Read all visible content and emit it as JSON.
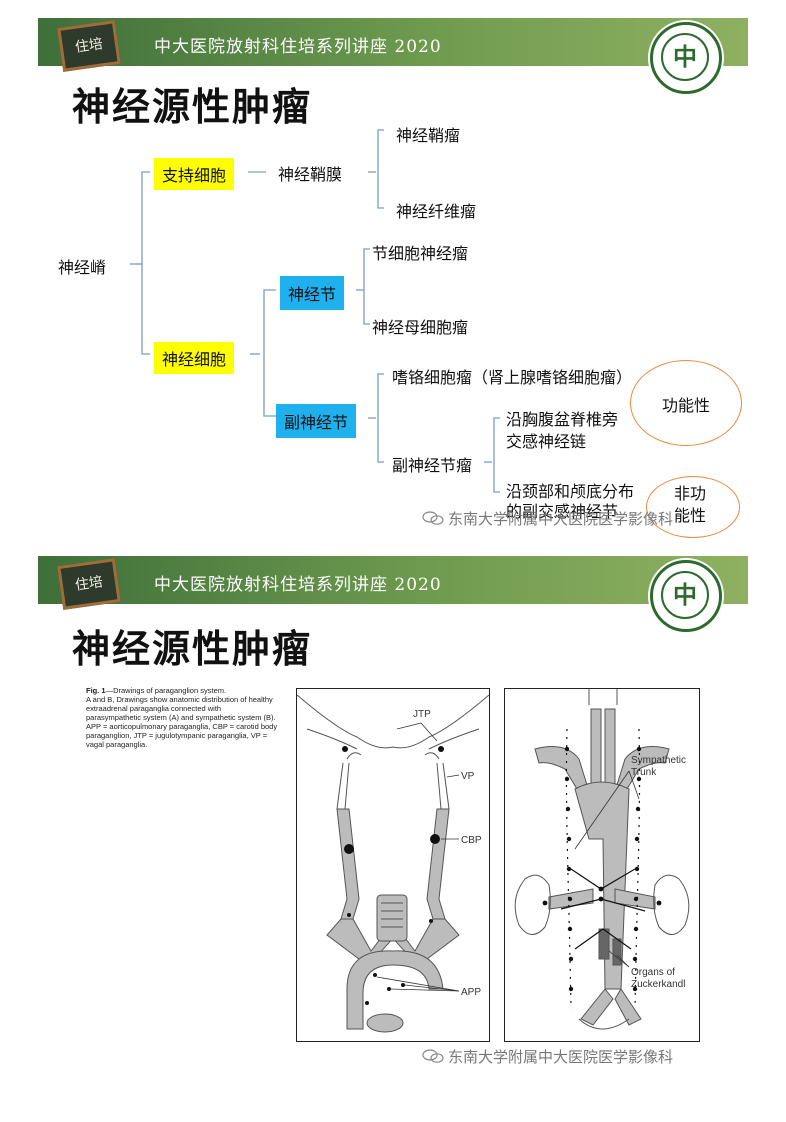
{
  "slide1": {
    "banner_title": "中大医院放射科住培系列讲座 2020",
    "chalk_text": "住培",
    "logo_text": "中",
    "heading": "神经源性肿瘤",
    "tree": {
      "root": "神经嵴",
      "support_cells": "支持细胞",
      "nerve_sheath": "神经鞘膜",
      "schwannoma": "神经鞘瘤",
      "neurofibroma": "神经纤维瘤",
      "neural_cells": "神经细胞",
      "ganglion": "神经节",
      "ganglioneuroma": "节细胞神经瘤",
      "neuroblastoma": "神经母细胞瘤",
      "paraganglion": "副神经节",
      "pheochromocytoma": "嗜铬细胞瘤（肾上腺嗜铬细胞瘤）",
      "paraganglioma": "副神经节瘤",
      "sympathetic_line1": "沿胸腹盆脊椎旁",
      "sympathetic_line2": "交感神经链",
      "parasympathetic_line1": "沿颈部和颅底分布",
      "parasympathetic_line2": "的副交感神经节",
      "functional": "功能性",
      "nonfunctional_line1": "非功",
      "nonfunctional_line2": "能性"
    },
    "watermark": "东南大学附属中大医院医学影像科"
  },
  "slide2": {
    "banner_title": "中大医院放射科住培系列讲座 2020",
    "chalk_text": "住培",
    "logo_text": "中",
    "heading": "神经源性肿瘤",
    "caption": {
      "fig_label": "Fig. 1",
      "title_rest": "—Drawings of paraganglion system.",
      "body_prefix": "A and B, Drawings show anatomic distribution of healthy extraadrenal paraganglia connected with parasympathetic system (A) and sympathetic system (B). APP = aorticopulmonary paraganglia, CBP = carotid body paraganglion, JTP = jugulotympanic paraganglia, VP = vagal paraganglia."
    },
    "figure_a_labels": {
      "jtp": "JTP",
      "vp": "VP",
      "cbp": "CBP",
      "app": "APP"
    },
    "figure_b_labels": {
      "sympathetic_line1": "Sympathetic",
      "sympathetic_line2": "Trunk",
      "organs_line1": "Organs of",
      "organs_line2": "Zuckerkandl"
    },
    "watermark": "东南大学附属中大医院医学影像科"
  },
  "colors": {
    "banner_green": "#5a8a46",
    "highlight_yellow": "#ffff00",
    "highlight_blue": "#1fb0ee",
    "oval_orange": "#e78a3f",
    "tree_line": "#7a9cc6"
  }
}
